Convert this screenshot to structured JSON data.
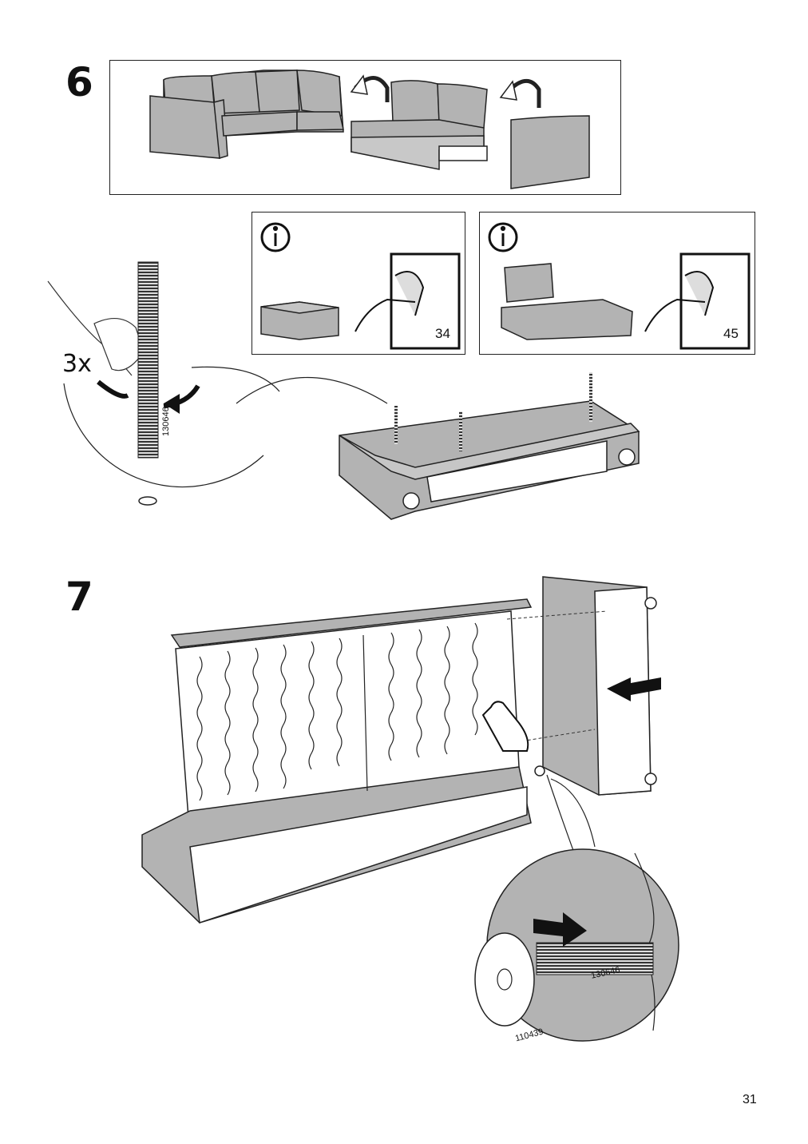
{
  "steps": {
    "step6": {
      "number": "6"
    },
    "step7": {
      "number": "7"
    }
  },
  "info_panels": [
    {
      "reference_page": "34",
      "icon": "info-icon"
    },
    {
      "reference_page": "45",
      "icon": "info-icon"
    }
  ],
  "screw_detail": {
    "count": "3x",
    "part_number": "130646"
  },
  "bolt_detail": {
    "bolt_part": "130646",
    "foot_part": "110439"
  },
  "page_number": "31"
}
